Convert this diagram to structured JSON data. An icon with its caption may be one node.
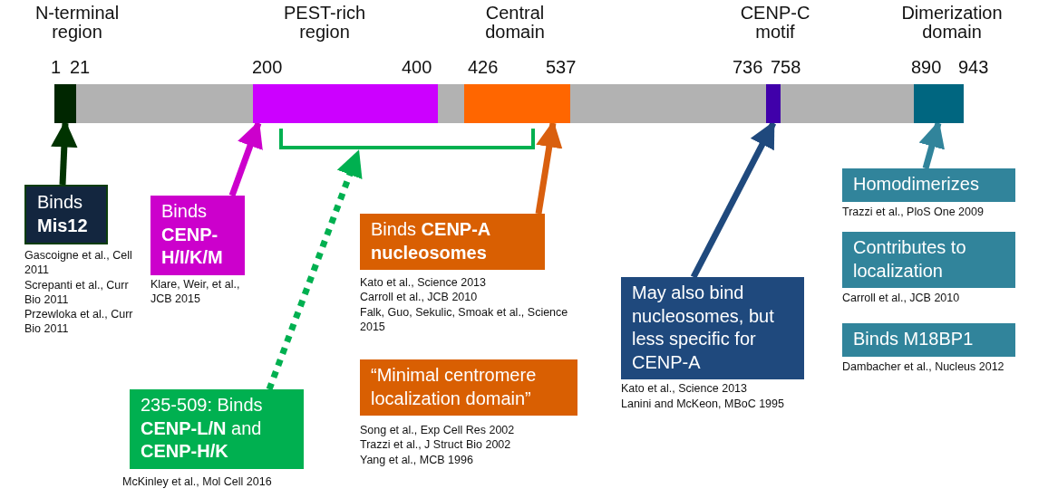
{
  "diagram": {
    "nodes": [
      {
        "text": [],
        "shape": "bar"
      },
      {
        "text": [],
        "shape": "bar",
        "in": 0,
        "beside": [
          "N-terminal region"
        ]
      },
      {
        "text": [],
        "shape": "bar",
        "in": 0,
        "beside": [
          "PEST-rich region"
        ]
      },
      {
        "text": [],
        "shape": "bar",
        "in": 0,
        "beside": [
          "Central domain"
        ]
      },
      {
        "text": [],
        "shape": "bar",
        "in": 0,
        "beside": [
          "CENP-C motif"
        ]
      },
      {
        "text": [],
        "shape": "bar",
        "in": 0,
        "beside": [
          "Dimerization domain"
        ]
      },
      {
        "text": [],
        "shape": "bracket"
      },
      {
        "text": [
          "Binds **Mis12**"
        ],
        "beside": [
          "Gascoigne et al., Cell 2011",
          "Screpanti et al., Curr Bio 2011",
          "Przewloka et al., Curr Bio 2011"
        ]
      },
      {
        "text": [
          "Binds **CENP-H/I/K/M**"
        ],
        "beside": [
          "Klare, Weir, et al., JCB 2015"
        ]
      },
      {
        "text": [
          "Binds **CENP-A nucleosomes**"
        ],
        "beside": [
          "Kato et al., Science 2013",
          "Carroll et al., JCB 2010",
          "Falk, Guo, Sekulic, Smoak et al., Science 2015"
        ]
      },
      {
        "text": [
          "“Minimal centromere localization domain”"
        ],
        "beside": [
          "Song et al., Exp Cell Res 2002",
          "Trazzi et al., J Struct Bio 2002",
          "Yang et al., MCB 1996"
        ]
      },
      {
        "text": [
          "235-509: Binds **CENP-L/N** and **CENP-H/K**"
        ],
        "beside": [
          "McKinley et al., Mol Cell 2016"
        ]
      },
      {
        "text": [
          "May also bind nucleosomes, but less specific for CENP-A"
        ],
        "beside": [
          "Kato et al., Science 2013",
          "Lanini and McKeon, MBoC 1995"
        ]
      },
      {
        "text": [
          "Homodimerizes"
        ],
        "beside": [
          "Trazzi et al., PloS One 2009"
        ]
      },
      {
        "text": [
          "Contributes to localization"
        ],
        "beside": [
          "Carroll et al., JCB 2010"
        ]
      },
      {
        "text": [
          "Binds M18BP1"
        ],
        "beside": [
          "Dambacher et al., Nucleus 2012"
        ]
      }
    ],
    "edges": [
      {
        "from": 7,
        "to": 1,
        "arrow": "to",
        "color": "#003300"
      },
      {
        "from": 8,
        "to": 2,
        "arrow": "to",
        "color": "#cc00cc"
      },
      {
        "from": 11,
        "to": 6,
        "arrow": "to",
        "style": "dashed",
        "color": "#00b050"
      },
      {
        "from": 9,
        "to": 3,
        "arrow": "to",
        "color": "#d95f0e"
      },
      {
        "from": 12,
        "to": 4,
        "arrow": "to",
        "color": "#1f497d"
      },
      {
        "from": 13,
        "to": 5,
        "arrow": "to",
        "color": "#31849b"
      }
    ],
    "labels": [
      "1",
      "21",
      "200",
      "400",
      "426",
      "537",
      "736",
      "758",
      "890",
      "943"
    ]
  }
}
